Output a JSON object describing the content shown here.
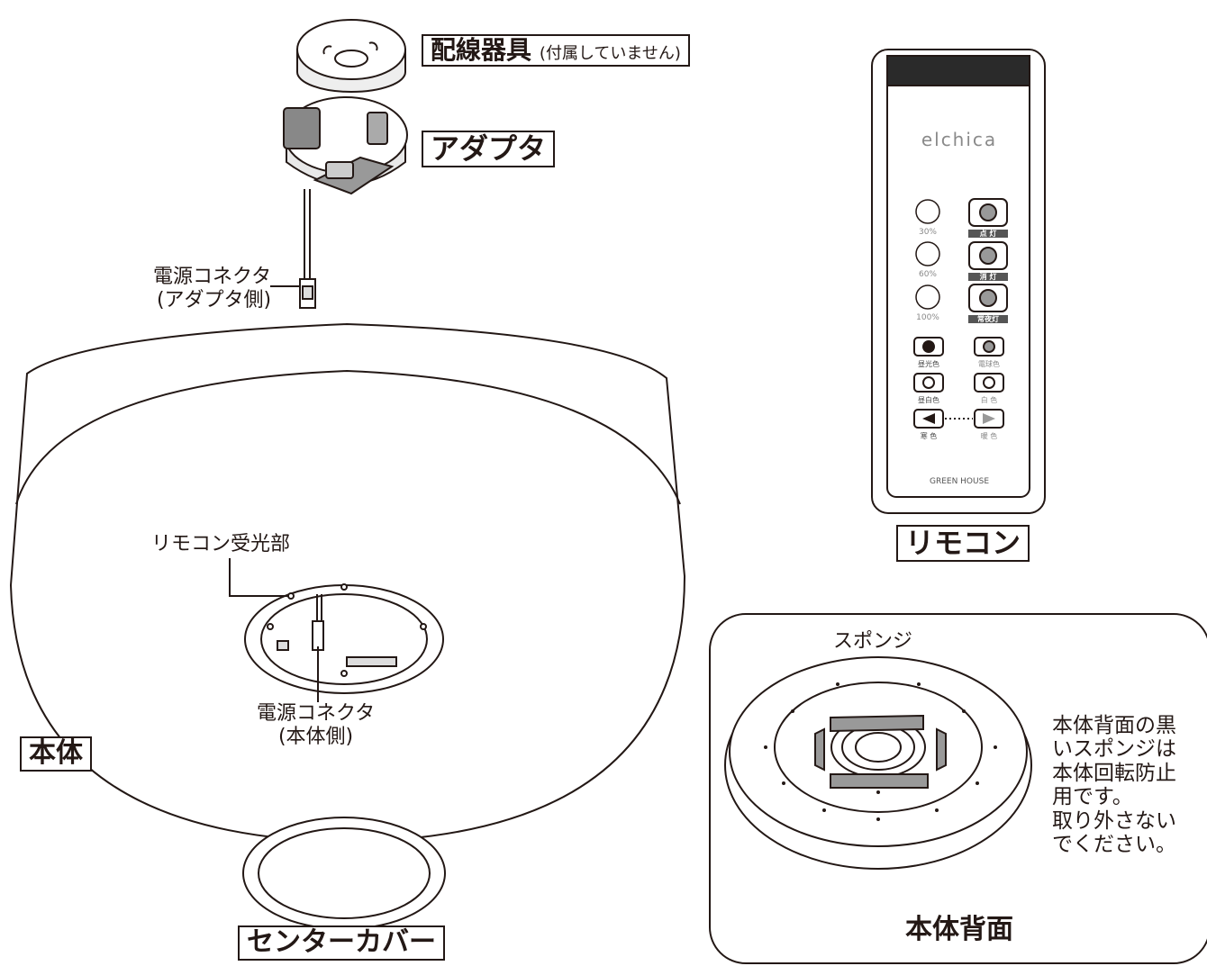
{
  "labels": {
    "wiring_device": "配線器具",
    "wiring_device_note": "(付属していません)",
    "adapter": "アダプタ",
    "power_connector_adapter_line1": "電源コネクタ",
    "power_connector_adapter_line2": "(アダプタ側)",
    "remote_receiver": "リモコン受光部",
    "power_connector_body_line1": "電源コネクタ",
    "power_connector_body_line2": "(本体側)",
    "body": "本体",
    "center_cover": "センターカバー",
    "remote": "リモコン",
    "sponge": "スポンジ",
    "body_back": "本体背面",
    "note_lines": [
      "本体背面の黒",
      "いスポンジは",
      "本体回転防止",
      "用です。",
      "取り外さない",
      "でください。"
    ]
  },
  "remote": {
    "brand": "elchica",
    "maker": "GREEN HOUSE",
    "buttons": {
      "pct30": "30%",
      "pct60": "60%",
      "pct100": "100%",
      "on": "点 灯",
      "off": "消 灯",
      "night": "常夜灯",
      "daylight": "昼光色",
      "bulb": "電球色",
      "daywhite": "昼白色",
      "white": "白 色",
      "cool": "寒 色",
      "warm": "暖 色"
    }
  }
}
